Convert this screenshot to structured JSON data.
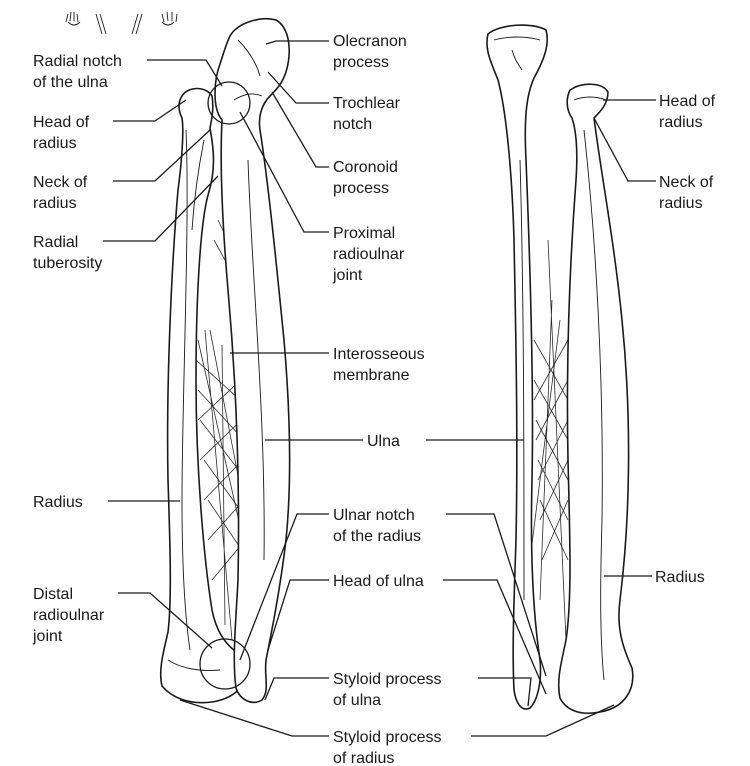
{
  "labels": {
    "radial_notch_ulna": [
      "Radial notch",
      "of the ulna"
    ],
    "head_radius_left": [
      "Head of",
      "radius"
    ],
    "neck_radius_left": [
      "Neck of",
      "radius"
    ],
    "radial_tuberosity": [
      "Radial",
      "tuberosity"
    ],
    "radius_left": [
      "Radius"
    ],
    "distal_radioulnar_joint": [
      "Distal",
      "radioulnar",
      "joint"
    ],
    "olecranon_process": [
      "Olecranon",
      "process"
    ],
    "trochlear_notch": [
      "Trochlear",
      "notch"
    ],
    "coronoid_process": [
      "Coronoid",
      "process"
    ],
    "proximal_radioulnar_joint": [
      "Proximal",
      "radioulnar",
      "joint"
    ],
    "interosseous_membrane": [
      "Interosseous",
      "membrane"
    ],
    "ulna": [
      "Ulna"
    ],
    "ulnar_notch_radius": [
      "Ulnar notch",
      "of the radius"
    ],
    "head_ulna": [
      "Head of ulna"
    ],
    "styloid_process_ulna": [
      "Styloid process",
      "of ulna"
    ],
    "styloid_process_radius": [
      "Styloid process",
      "of radius"
    ],
    "head_radius_right": [
      "Head of",
      "radius"
    ],
    "neck_radius_right": [
      "Neck of",
      "radius"
    ],
    "radius_right": [
      "Radius"
    ]
  }
}
